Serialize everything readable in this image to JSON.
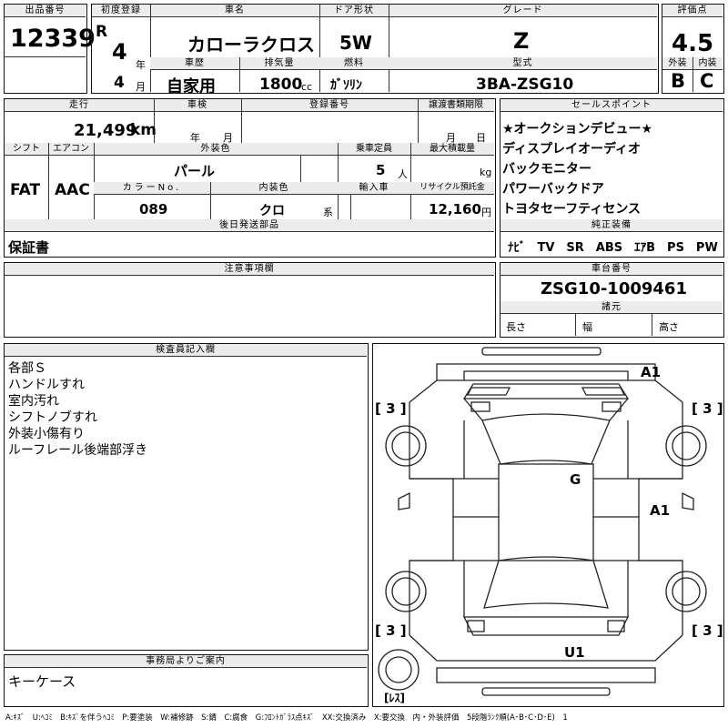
{
  "top": {
    "lot_no_label": "出品番号",
    "lot_no": "12339",
    "first_reg_label": "初度登録",
    "era": "R",
    "year": "4",
    "year_unit": "年",
    "month": "4",
    "month_unit": "月",
    "car_name_label": "車名",
    "car_name": "カローラクロス",
    "history_label": "車歴",
    "history": "自家用",
    "displacement_label": "排気量",
    "displacement": "1800",
    "displacement_unit": "cc",
    "door_label": "ドア形状",
    "door": "5W",
    "fuel_label": "燃料",
    "fuel": "ｶﾞｿﾘﾝ",
    "grade_label": "グレード",
    "grade": "Z",
    "model_label": "型式",
    "model": "3BA-ZSG10",
    "score_label": "評価点",
    "score": "4.5",
    "exterior_label": "外装",
    "exterior": "B",
    "interior_label": "内装",
    "interior": "C"
  },
  "mid": {
    "mileage_label": "走行",
    "mileage": "21,499",
    "mileage_unit": "km",
    "inspection_label": "車検",
    "ins_year_unit": "年",
    "ins_month_unit": "月",
    "reg_no_label": "登録番号",
    "transfer_label": "譲渡書類期限",
    "transfer_month_unit": "月",
    "transfer_day_unit": "日",
    "shift_label": "シフト",
    "shift": "FAT",
    "ac_label": "エアコン",
    "ac": "AAC",
    "ext_color_label": "外装色",
    "ext_color": "パール",
    "capacity_label": "乗車定員",
    "capacity": "5",
    "capacity_unit": "人",
    "maxload_label": "最大積載量",
    "maxload_unit": "kg",
    "color_no_label": "カラーNo.",
    "color_no": "089",
    "int_color_label": "内装色",
    "int_color": "クロ",
    "int_color_unit": "系",
    "import_label": "輸入車",
    "recycle_label": "リサイクル預託金",
    "recycle": "12,160",
    "recycle_unit": "円",
    "later_parts_label": "後日発送部品",
    "later_parts": "保証書",
    "notes_label": "注意事項欄"
  },
  "sales": {
    "label": "セールスポイント",
    "items": [
      "★オークションデビュー★",
      "ディスプレイオーディオ",
      "バックモニター",
      "パワーバックドア",
      "トヨタセーフティセンス"
    ],
    "equip_label": "純正装備",
    "equip": "ﾅﾋﾞ　TV　SR　ABS　ｴｱB　PS　PW",
    "chassis_label": "車台番号",
    "chassis": "ZSG10-1009461",
    "spec_label": "諸元",
    "length_label": "長さ",
    "width_label": "幅",
    "height_label": "高さ"
  },
  "inspector": {
    "label": "検査員記入欄",
    "text": "各部Ｓ\nハンドルすれ\n室内汚れ\nシフトノブすれ\n外装小傷有り\nルーフレール後端部浮き"
  },
  "office": {
    "label": "事務局よりご案内",
    "text": "キーケース"
  },
  "diagram": {
    "tire_fl": "[ 3 ]",
    "tire_fr": "[ 3 ]",
    "tire_rl": "[ 3 ]",
    "tire_rr": "[ 3 ]",
    "mark_front": "A1",
    "mark_windshield": "G",
    "mark_side": "A1",
    "mark_rear": "U1",
    "spare": "[ﾚｽ]"
  },
  "legend": "A:ｷｽﾞ　U:ﾍｺﾐ　B:ｷｽﾞを伴うﾍｺﾐ　P:要塗装　W:補修跡　S:錆　C:腐食　G:ﾌﾛﾝﾄｶﾞﾗｽ点ｷｽﾞ　XX:交換済み　X:要交換　内・外装評価　5段階ﾗﾝｸ順(A･B･C･D･E)　1"
}
